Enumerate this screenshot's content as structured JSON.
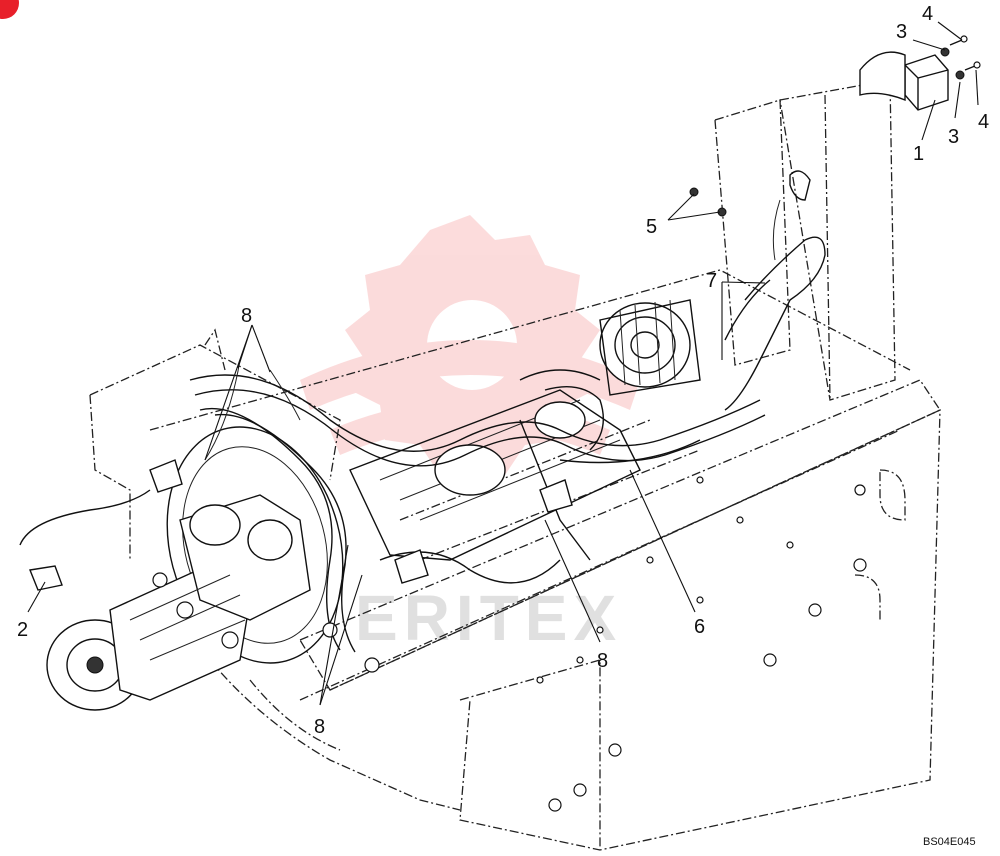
{
  "callouts": [
    {
      "id": "c4a",
      "text": "4"
    },
    {
      "id": "c3a",
      "text": "3"
    },
    {
      "id": "c4b",
      "text": "4"
    },
    {
      "id": "c3b",
      "text": "3"
    },
    {
      "id": "c1",
      "text": "1"
    },
    {
      "id": "c5",
      "text": "5"
    },
    {
      "id": "c7",
      "text": "7"
    },
    {
      "id": "c8a",
      "text": "8"
    },
    {
      "id": "c2",
      "text": "2"
    },
    {
      "id": "c6",
      "text": "6"
    },
    {
      "id": "c8b",
      "text": "8"
    },
    {
      "id": "c8c",
      "text": "8"
    }
  ],
  "drawing_code": "BS04E045",
  "watermark_text": "ERITEX",
  "colors": {
    "line": "#111111",
    "watermark": "#f06060",
    "corner_badge": "#e8202a"
  }
}
